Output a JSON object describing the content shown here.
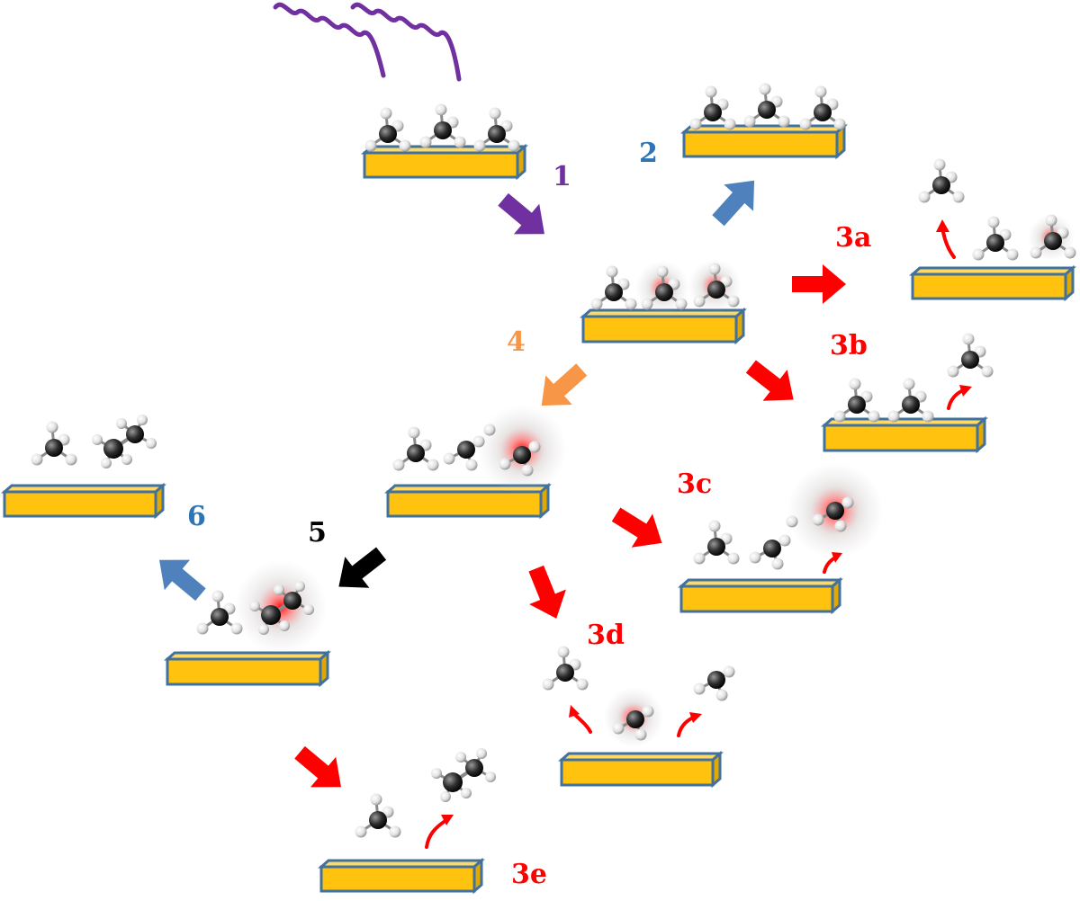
{
  "colors": {
    "surface_fill": "#FFC20E",
    "surface_edge": "#41719C",
    "surface_top": "#FFD966",
    "photon": "#7030A0",
    "step1": "#7030A0",
    "step2": "#4F81BD",
    "step3": "#FF0000",
    "step4": "#F79646",
    "step5": "#000000",
    "step6": "#4F81BD",
    "excitation_glow": "#FF0000",
    "carbon": "#333333",
    "hydrogen": "#EEEEEE"
  },
  "labels": {
    "step1": "1",
    "step2": "2",
    "step3a": "3a",
    "step3b": "3b",
    "step3c": "3c",
    "step3d": "3d",
    "step3e": "3e",
    "step4": "4",
    "step5": "5",
    "step6": "6"
  },
  "icons": {
    "photon": "wavy-line-icon",
    "pathway_arrow": "arrow-icon",
    "desorption_arrow": "curved-arrow-icon",
    "molecule": "ball-and-stick-molecule-icon",
    "substrate": "slab-icon"
  }
}
